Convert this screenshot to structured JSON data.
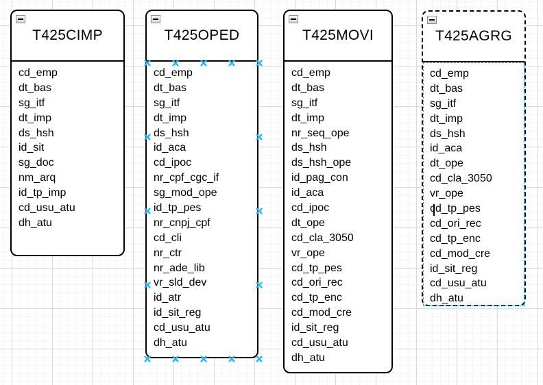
{
  "diagram": {
    "entities": [
      {
        "title": "T425CIMP",
        "fields": [
          "cd_emp",
          "dt_bas",
          "sg_itf",
          "dt_imp",
          "ds_hsh",
          "id_sit",
          "sg_doc",
          "nm_arq",
          "id_tp_imp",
          "cd_usu_atu",
          "dh_atu"
        ]
      },
      {
        "title": "T425OPED",
        "connection_points_visible": true,
        "fields": [
          "cd_emp",
          "dt_bas",
          "sg_itf",
          "dt_imp",
          "ds_hsh",
          "id_aca",
          "cd_ipoc",
          "nr_cpf_cgc_if",
          "sg_mod_ope",
          "id_tp_pes",
          "nr_cnpj_cpf",
          "cd_cli",
          "nr_ctr",
          "nr_ade_lib",
          "vr_sld_dev",
          "id_atr",
          "id_sit_reg",
          "cd_usu_atu",
          "dh_atu"
        ]
      },
      {
        "title": "T425MOVI",
        "fields": [
          "cd_emp",
          "dt_bas",
          "sg_itf",
          "dt_imp",
          "nr_seq_ope",
          "ds_hsh",
          "ds_hsh_ope",
          "id_pag_con",
          "id_aca",
          "cd_ipoc",
          "dt_ope",
          "cd_cla_3050",
          "vr_ope",
          "cd_tp_pes",
          "cd_ori_rec",
          "cd_tp_enc",
          "cd_mod_cre",
          "id_sit_reg",
          "cd_usu_atu",
          "dh_atu"
        ]
      },
      {
        "title": "T425AGRG",
        "selected": true,
        "text_caret_field": "cd_tp_pes",
        "fields": [
          "cd_emp",
          "dt_bas",
          "sg_itf",
          "dt_imp",
          "ds_hsh",
          "id_aca",
          "dt_ope",
          "cd_cla_3050",
          "vr_ope",
          "cd_tp_pes",
          "cd_ori_rec",
          "cd_tp_enc",
          "cd_mod_cre",
          "id_sit_reg",
          "cd_usu_atu",
          "dh_atu"
        ]
      }
    ]
  },
  "colors": {
    "entity_border": "#000000",
    "entity_fill": "#ffffff",
    "text": "#000000",
    "connection_point": "#29b6f2",
    "edit_highlight": "#2aa7e2",
    "grid_minor": "#f3f3f3",
    "grid_major": "#d9d9d9"
  },
  "icons": {
    "collapse": "minus-icon",
    "connection_point": "x-cross-icon"
  }
}
